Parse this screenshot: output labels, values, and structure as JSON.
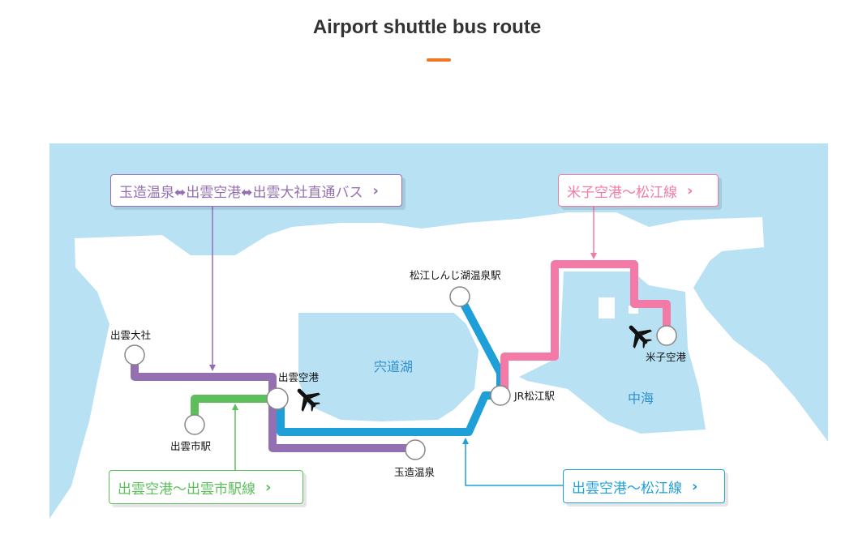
{
  "page": {
    "title": "Airport shuttle bus route"
  },
  "map": {
    "water_labels": {
      "lake_shinji": "宍道湖",
      "nakaumi": "中海"
    },
    "stations": {
      "izumo_taisha": "出雲大社",
      "izumo_airport": "出雲空港",
      "izumo_city_station": "出雲市駅",
      "tamatsukuri_onsen": "玉造温泉",
      "shinjiko_onsen_station": "松江しんじ湖温泉駅",
      "jr_matsue_station": "JR松江駅",
      "yonago_airport": "米子空港"
    }
  },
  "routes": {
    "purple": {
      "label": "玉造温泉⬌出雲空港⬌出雲大社直通バス",
      "color": "#9470b3"
    },
    "pink": {
      "label": "米子空港〜松江線",
      "color": "#f37aa6"
    },
    "green": {
      "label": "出雲空港〜出雲市駅線",
      "color": "#5cbf5c"
    },
    "blue": {
      "label": "出雲空港〜松江線",
      "color": "#1e9fd8"
    }
  },
  "colors": {
    "sea": "#b8e1f4",
    "land": "#ffffff",
    "accent": "#ee7722"
  }
}
